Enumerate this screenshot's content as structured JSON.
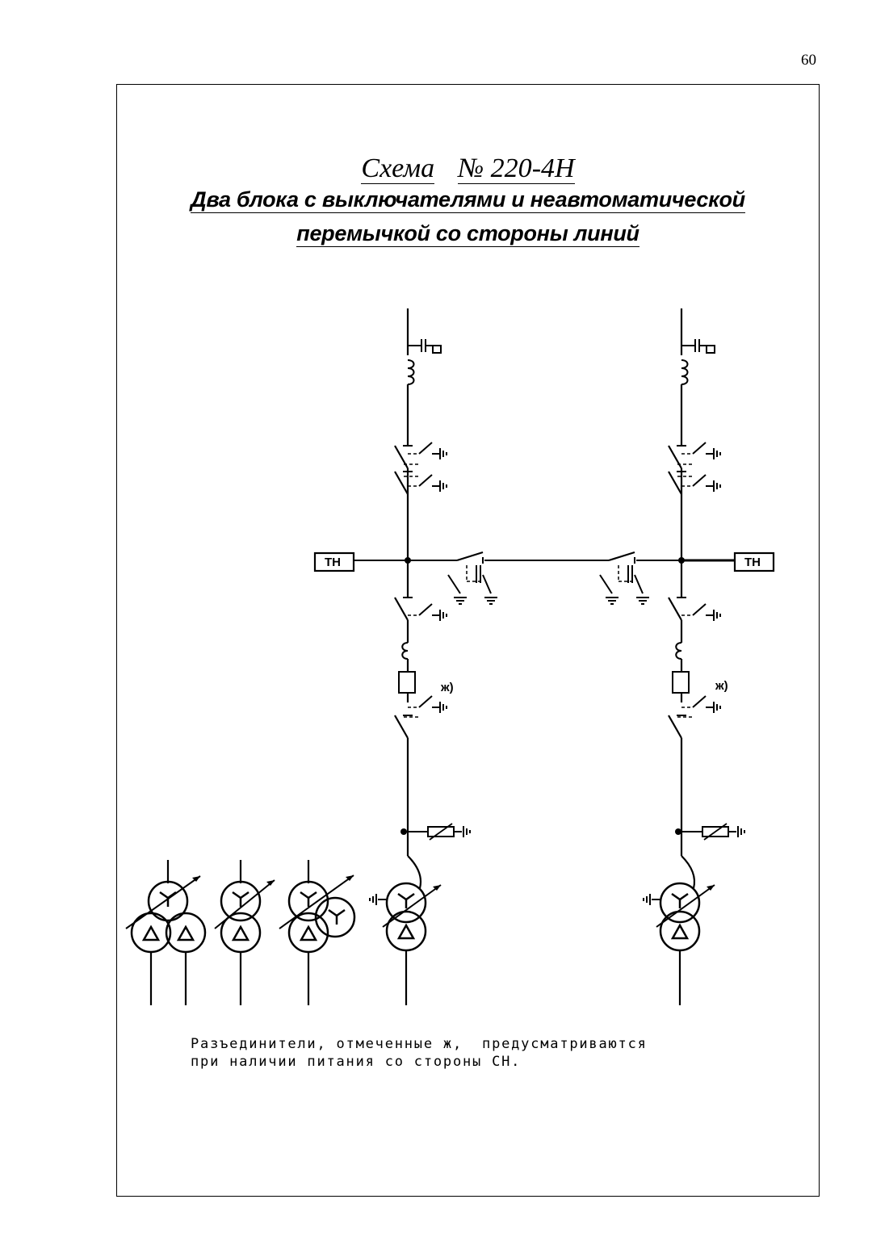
{
  "page": {
    "number": "60"
  },
  "title": {
    "scheme_word": "Схема",
    "scheme_num": "№ 220",
    "scheme_suffix": "-4Н",
    "line2": "Два блока с выключателями и неавтоматической",
    "line3": "перемычкой со стороны линий"
  },
  "labels": {
    "vt_left": "ТН",
    "vt_right": "ТН",
    "mark_left": "ж)",
    "mark_right": "ж)"
  },
  "note": {
    "line1": "Разъединители, отмеченные ж,  предусматриваются",
    "line2": "при наличии питания со стороны СН."
  }
}
